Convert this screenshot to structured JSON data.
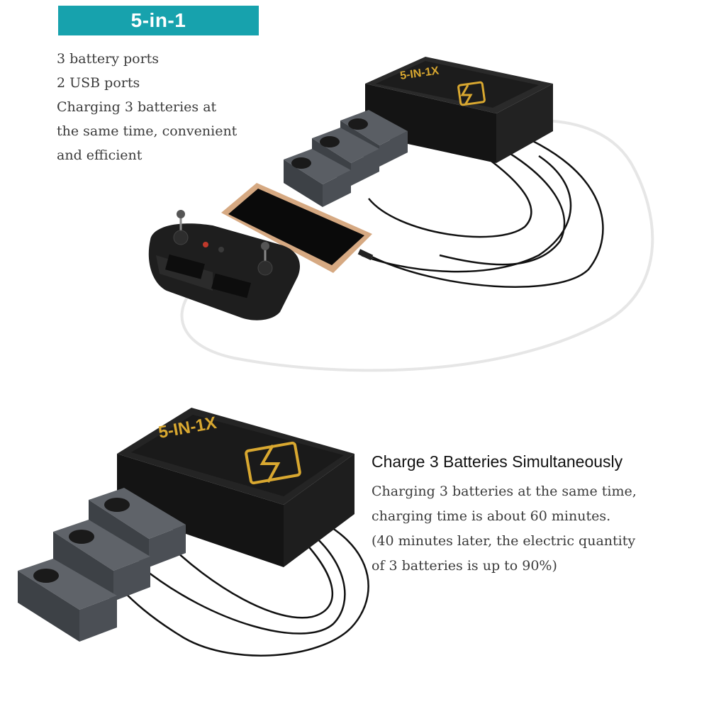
{
  "banner": {
    "title": "5-in-1"
  },
  "features": {
    "lines": [
      "3 battery ports",
      "2 USB ports",
      "Charging 3 batteries at",
      "the same time, convenient",
      "and efficient"
    ]
  },
  "section2": {
    "title": "Charge 3 Batteries Simultaneously",
    "lines": [
      "Charging 3 batteries at the same time,",
      "charging time is about 60 minutes.",
      "(40 minutes later, the electric quantity",
      "of 3 batteries is up to 90%)"
    ]
  },
  "product": {
    "model_label": "5-IN-1X",
    "accent_color": "#d9a830",
    "body_color": "#1a1a1a",
    "cable_color": "#111111",
    "usb_cable_color": "#e6e6e6",
    "phone_frame_color": "#d6a982",
    "battery_color": "#4b4f55"
  }
}
